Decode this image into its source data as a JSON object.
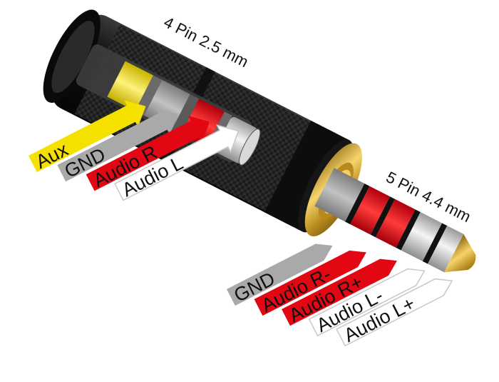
{
  "diagram": {
    "subject": "Audio adapter: 2.5 mm 4-pin jack to 4.4 mm 5-pin plug",
    "colors": {
      "yellow": "#f5e100",
      "gray": "#a9a9a9",
      "red": "#e30613",
      "white": "#ffffff",
      "body_black": "#1a1a1a",
      "gold": "#d4a72c",
      "text": "#111111"
    },
    "socket": {
      "title": "4 Pin 2.5 mm",
      "pins": [
        {
          "label": "Aux",
          "color": "#f5e100"
        },
        {
          "label": "GND",
          "color": "#a9a9a9"
        },
        {
          "label": "Audio R",
          "color": "#e30613"
        },
        {
          "label": "Audio L",
          "color": "#ffffff"
        }
      ]
    },
    "plug": {
      "title": "5 Pin 4.4 mm",
      "pins": [
        {
          "label": "GND",
          "color": "#a9a9a9"
        },
        {
          "label": "Audio R-",
          "color": "#e30613"
        },
        {
          "label": "Audio R+",
          "color": "#e30613"
        },
        {
          "label": "Audio L-",
          "color": "#ffffff"
        },
        {
          "label": "Audio L+",
          "color": "#ffffff"
        }
      ]
    }
  }
}
